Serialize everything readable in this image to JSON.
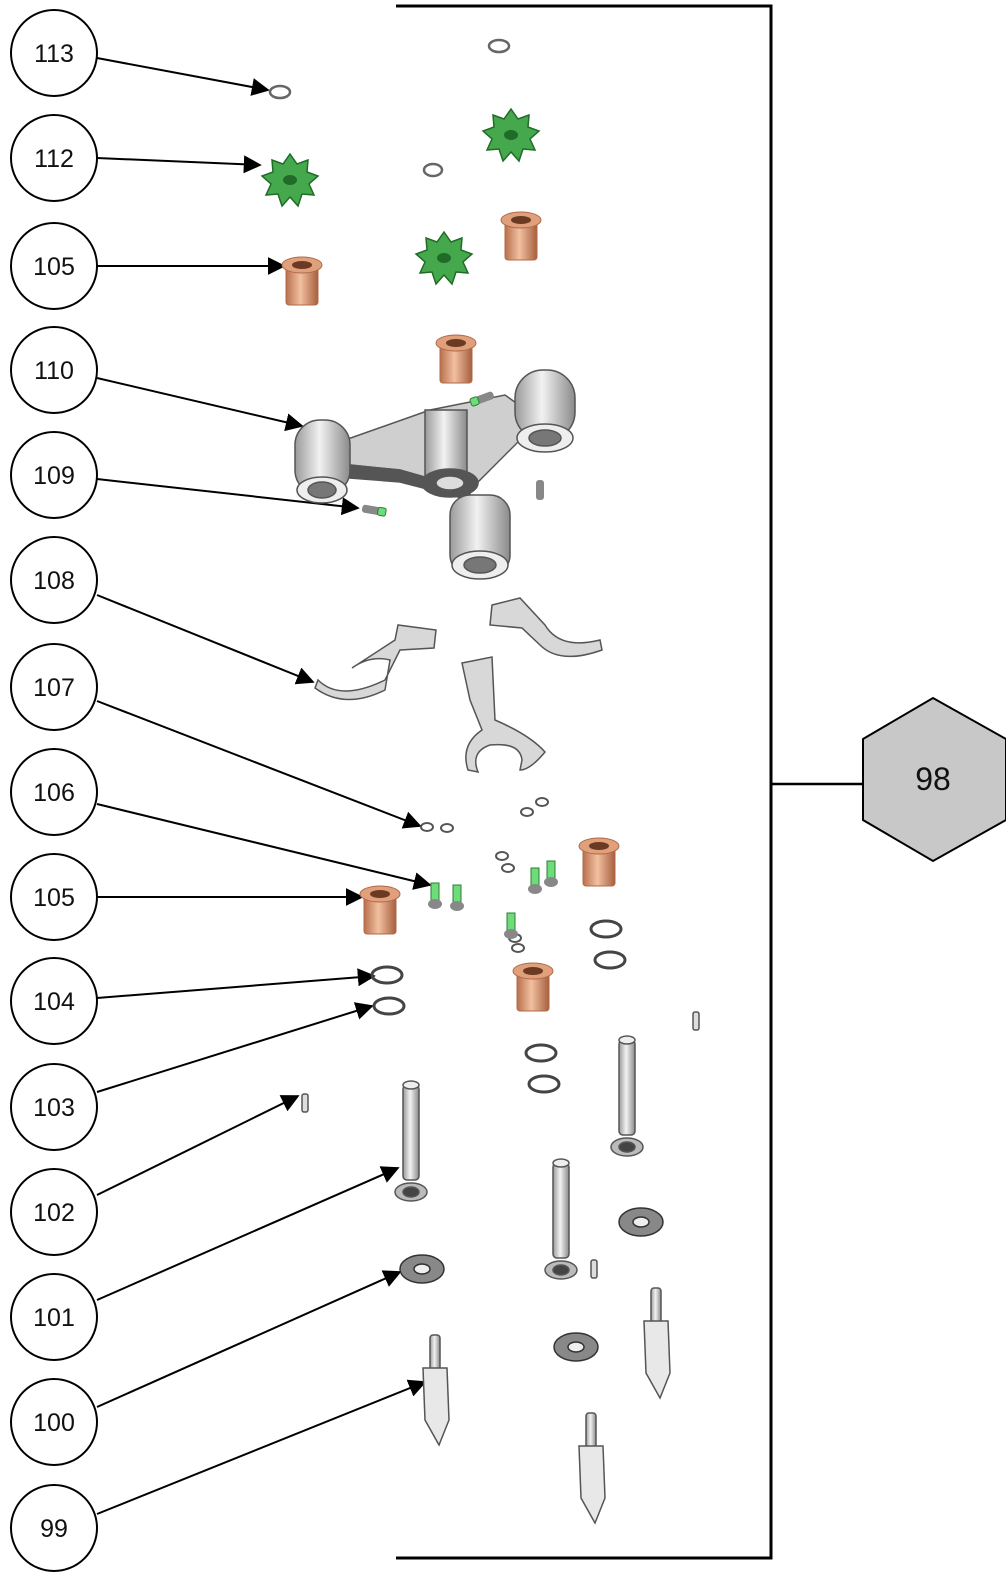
{
  "assembly": {
    "label": "98",
    "fill": "#c8c8c8"
  },
  "callouts": [
    "113",
    "112",
    "105",
    "110",
    "109",
    "108",
    "107",
    "106",
    "105",
    "104",
    "103",
    "102",
    "101",
    "100",
    "99"
  ],
  "colors": {
    "gear": "#46a84c",
    "gear_dark": "#1f6b27",
    "bushing": "#e0a07c",
    "bushing_dark": "#b06a48",
    "steel": "#d6d6d6",
    "steel_dark": "#7d7d7d",
    "screw_tip": "#6fdc7a"
  }
}
